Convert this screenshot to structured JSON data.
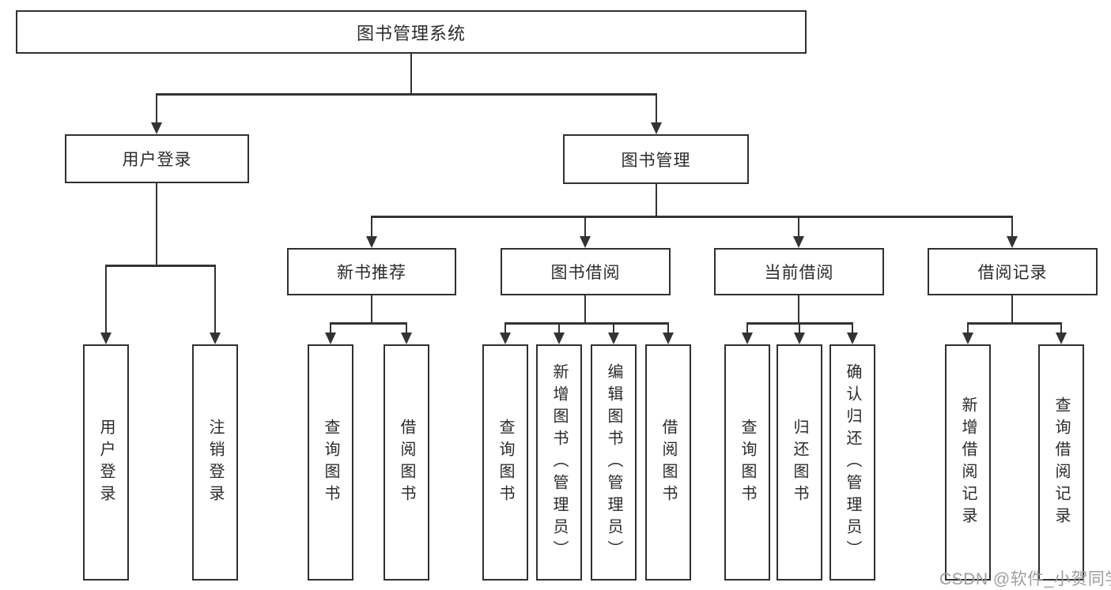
{
  "tree": {
    "label": "图书管理系统",
    "children": [
      {
        "label": "用户登录",
        "children": [
          {
            "label": "用户登录"
          },
          {
            "label": "注销登录"
          }
        ]
      },
      {
        "label": "图书管理",
        "children": [
          {
            "label": "新书推荐",
            "children": [
              {
                "label": "查询图书"
              },
              {
                "label": "借阅图书"
              }
            ]
          },
          {
            "label": "图书借阅",
            "children": [
              {
                "label": "查询图书"
              },
              {
                "label": "新增图书（管理员）"
              },
              {
                "label": "编辑图书（管理员）"
              },
              {
                "label": "借阅图书"
              }
            ]
          },
          {
            "label": "当前借阅",
            "children": [
              {
                "label": "查询图书"
              },
              {
                "label": "归还图书"
              },
              {
                "label": "确认归还（管理员）"
              }
            ]
          },
          {
            "label": "借阅记录",
            "children": [
              {
                "label": "新增借阅记录"
              },
              {
                "label": "查询借阅记录"
              }
            ]
          }
        ]
      }
    ]
  },
  "watermark": "CSDN @软件_小贺同学",
  "colors": {
    "line": "#333333",
    "text": "#2b2b2b",
    "background": "#ffffff",
    "watermark": "#9e9e9e"
  }
}
